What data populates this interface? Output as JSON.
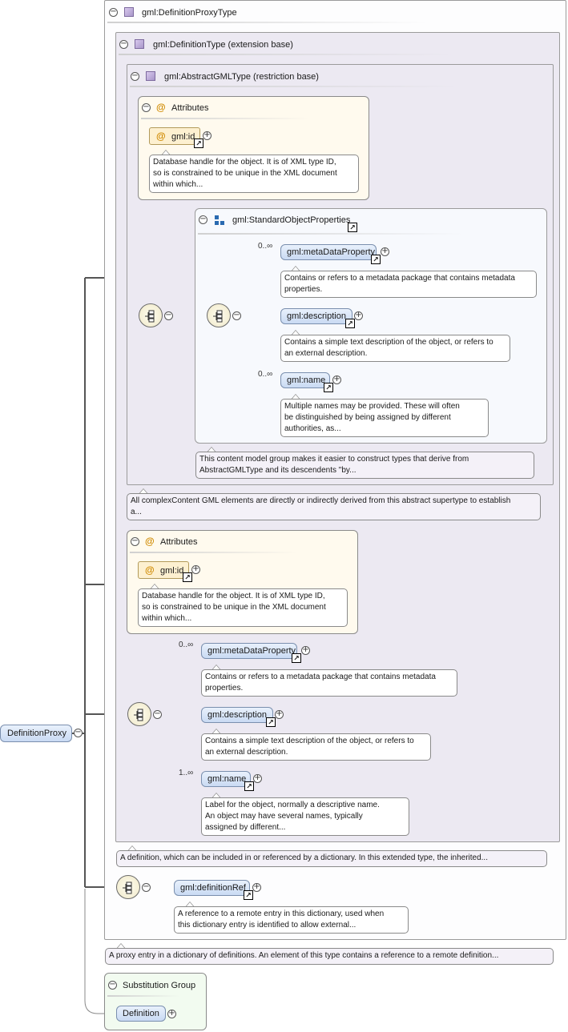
{
  "root": {
    "label": "DefinitionProxy"
  },
  "outer_type": {
    "label": "gml:DefinitionProxyType"
  },
  "definition_type": {
    "label": "gml:DefinitionType (extension base)"
  },
  "abstract_type": {
    "label": "gml:AbstractGMLType (restriction base)"
  },
  "attributes_label": "Attributes",
  "attr_id": {
    "label": "gml:id",
    "doc": [
      "Database handle for the object. It is of XML type ID,",
      "so is constrained to be unique in the XML document",
      "within which..."
    ]
  },
  "standard_props": {
    "label": "gml:StandardObjectProperties",
    "doc": [
      "This content model group makes it easier to construct types that derive from",
      "AbstractGMLType and its descendents \"by..."
    ]
  },
  "abstract_doc": [
    "All complexContent GML elements are directly or indirectly derived from this abstract supertype to establish",
    "a..."
  ],
  "definition_doc": "A definition, which can be included in or referenced by a dictionary. In this extended type, the inherited...",
  "proxy_doc": "A proxy entry in a dictionary of definitions. An element of this type contains a reference to a remote definition...",
  "meta_data_property": {
    "label": "gml:metaDataProperty",
    "occurs": "0..∞",
    "doc": [
      "Contains or refers to a metadata package that contains metadata",
      "properties."
    ]
  },
  "description": {
    "label": "gml:description",
    "doc": [
      "Contains a simple text description of the object, or refers to",
      "an external description."
    ]
  },
  "name_inner": {
    "label": "gml:name",
    "occurs": "0..∞",
    "doc": [
      "Multiple names may be provided. These will often",
      "be distinguished by being assigned by different",
      "authorities, as..."
    ]
  },
  "name_outer": {
    "label": "gml:name",
    "occurs": "1..∞",
    "doc": [
      "Label for the object, normally a descriptive name.",
      "An object may have several names, typically",
      "assigned by different..."
    ]
  },
  "definition_ref": {
    "label": "gml:definitionRef",
    "doc": [
      "A reference to a remote entry in this dictionary, used when",
      "this dictionary entry is identified to allow external..."
    ]
  },
  "substitution_group": {
    "label": "Substitution Group",
    "member": "Definition"
  },
  "colors": {
    "element": "#c9daf3",
    "attributes": "#fffaee",
    "type_box": "#ece9f2",
    "substitution": "#f2fbf0"
  }
}
